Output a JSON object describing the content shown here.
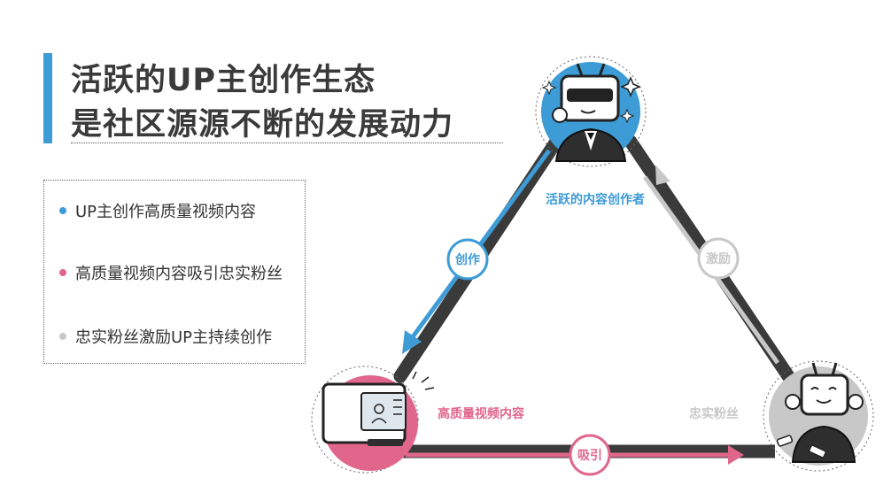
{
  "title": {
    "line1": "活跃的UP主创作生态",
    "line2": "是社区源源不断的发展动力"
  },
  "bullets": [
    {
      "text": "UP主创作高质量视频内容",
      "color": "#3d9bd6"
    },
    {
      "text": "高质量视频内容吸引忠实粉丝",
      "color": "#e0668c"
    },
    {
      "text": "忠实粉丝激励UP主持续创作",
      "color": "#c8c8c8"
    }
  ],
  "cycle": {
    "creator_label": "活跃的内容创作者",
    "content_label": "高质量视频内容",
    "fans_label": "忠实粉丝",
    "edge_create": "创作",
    "edge_attract": "吸引",
    "edge_motivate": "激励"
  },
  "colors": {
    "blue": "#3d9bd6",
    "pink": "#e0668c",
    "gray": "#c8c8c8",
    "dark": "#3a3a3a"
  }
}
